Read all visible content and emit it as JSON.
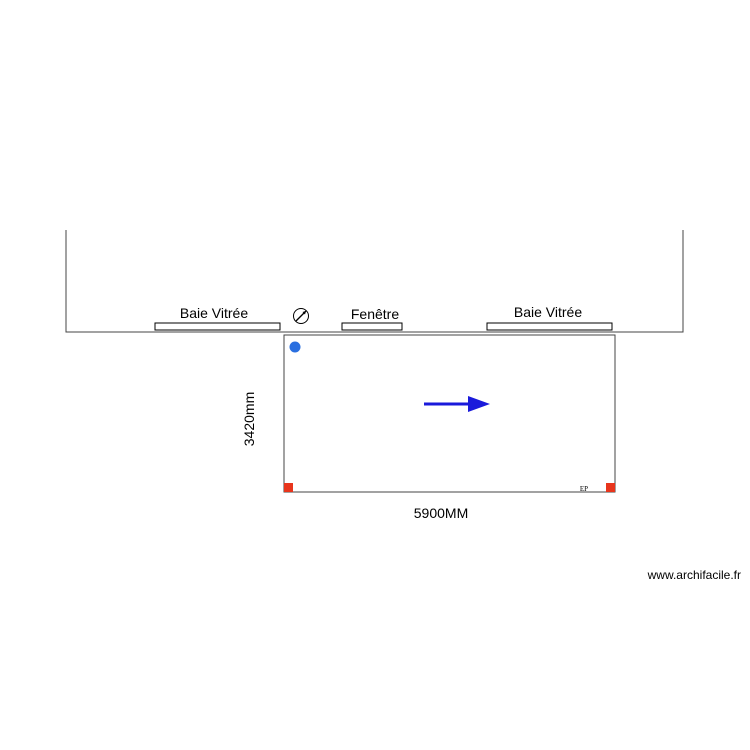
{
  "plan": {
    "openings": [
      {
        "label": "Baie Vitrée",
        "kind": "baie"
      },
      {
        "label": "Fenêtre",
        "kind": "fenetre"
      },
      {
        "label": "Baie Vitrée",
        "kind": "baie"
      }
    ],
    "dimensions": {
      "height": "3420mm",
      "width": "5900MM"
    },
    "corner_label": "EP",
    "watermark": "www.archifacile.fr"
  },
  "colors": {
    "wall": "#444444",
    "arrow": "#1a1adb",
    "dot": "#2a6fe0",
    "corner_marker": "#e8351c"
  },
  "icons": [
    "meter-icon",
    "point-marker-icon",
    "direction-arrow-icon",
    "corner-marker-icon"
  ]
}
